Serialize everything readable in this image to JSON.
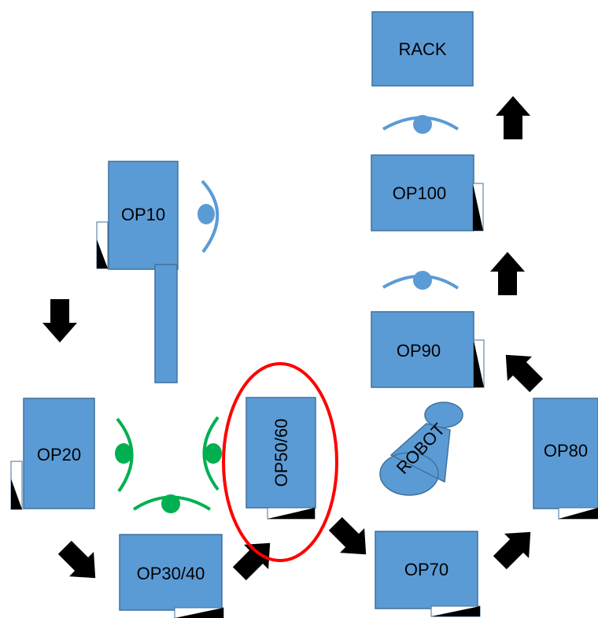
{
  "colors": {
    "station_fill": "#5B9BD5",
    "station_stroke": "#41719C",
    "operator_blue": "#5B9BD5",
    "operator_green": "#00B050",
    "arrow": "#000000",
    "highlight": "#FF0000"
  },
  "stations": {
    "rack": "RACK",
    "op10": "OP10",
    "op20": "OP20",
    "op30_40": "OP30/40",
    "op50_60": "OP50/60",
    "op70": "OP70",
    "op80": "OP80",
    "op90": "OP90",
    "op100": "OP100"
  },
  "robot": {
    "label": "ROBOT"
  }
}
